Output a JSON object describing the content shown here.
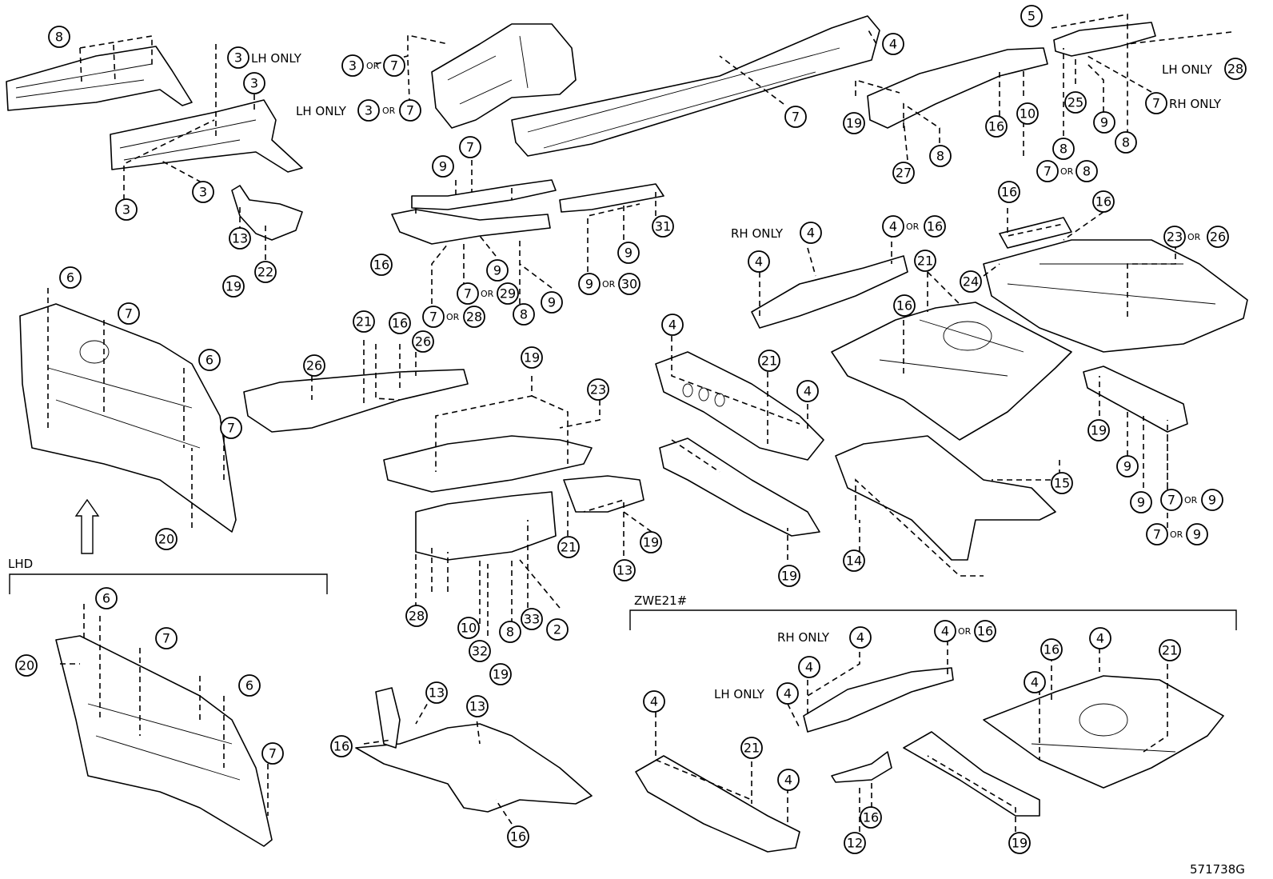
{
  "labels": {
    "lh_only": "LH ONLY",
    "rh_only": "RH ONLY",
    "or": "OR",
    "lhd": "LHD",
    "zwe21": "ZWE21#",
    "figure_code": "571738G"
  },
  "callout_numbers": [
    "2",
    "3",
    "4",
    "5",
    "6",
    "7",
    "8",
    "9",
    "10",
    "12",
    "13",
    "14",
    "15",
    "16",
    "19",
    "20",
    "21",
    "22",
    "23",
    "24",
    "25",
    "26",
    "27",
    "28",
    "29",
    "30",
    "31",
    "32",
    "33"
  ],
  "arrow_icon": "up-arrow-icon"
}
